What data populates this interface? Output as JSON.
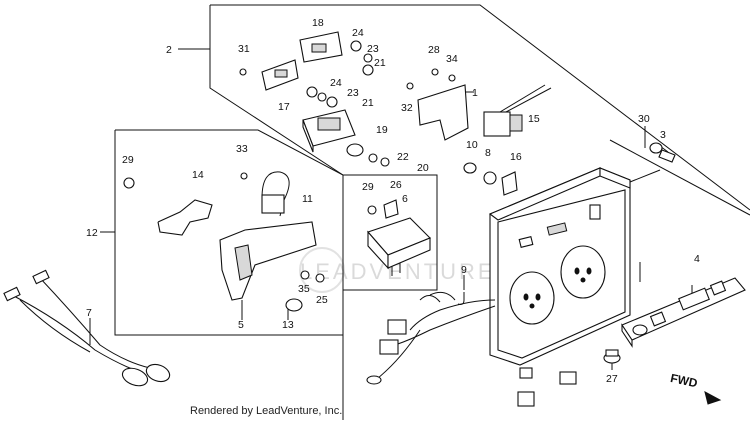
{
  "diagram": {
    "credit_text": "Rendered by LeadVenture, Inc.",
    "fwd_label": "FWD",
    "watermark_text": "LEADVENTURE",
    "callouts": [
      "1",
      "2",
      "3",
      "4",
      "5",
      "6",
      "7",
      "8",
      "9",
      "10",
      "11",
      "12",
      "13",
      "14",
      "15",
      "16",
      "17",
      "18",
      "19",
      "20",
      "21",
      "21",
      "22",
      "23",
      "23",
      "24",
      "24",
      "25",
      "26",
      "27",
      "28",
      "29",
      "29",
      "30",
      "31",
      "32",
      "33",
      "34",
      "35"
    ]
  }
}
